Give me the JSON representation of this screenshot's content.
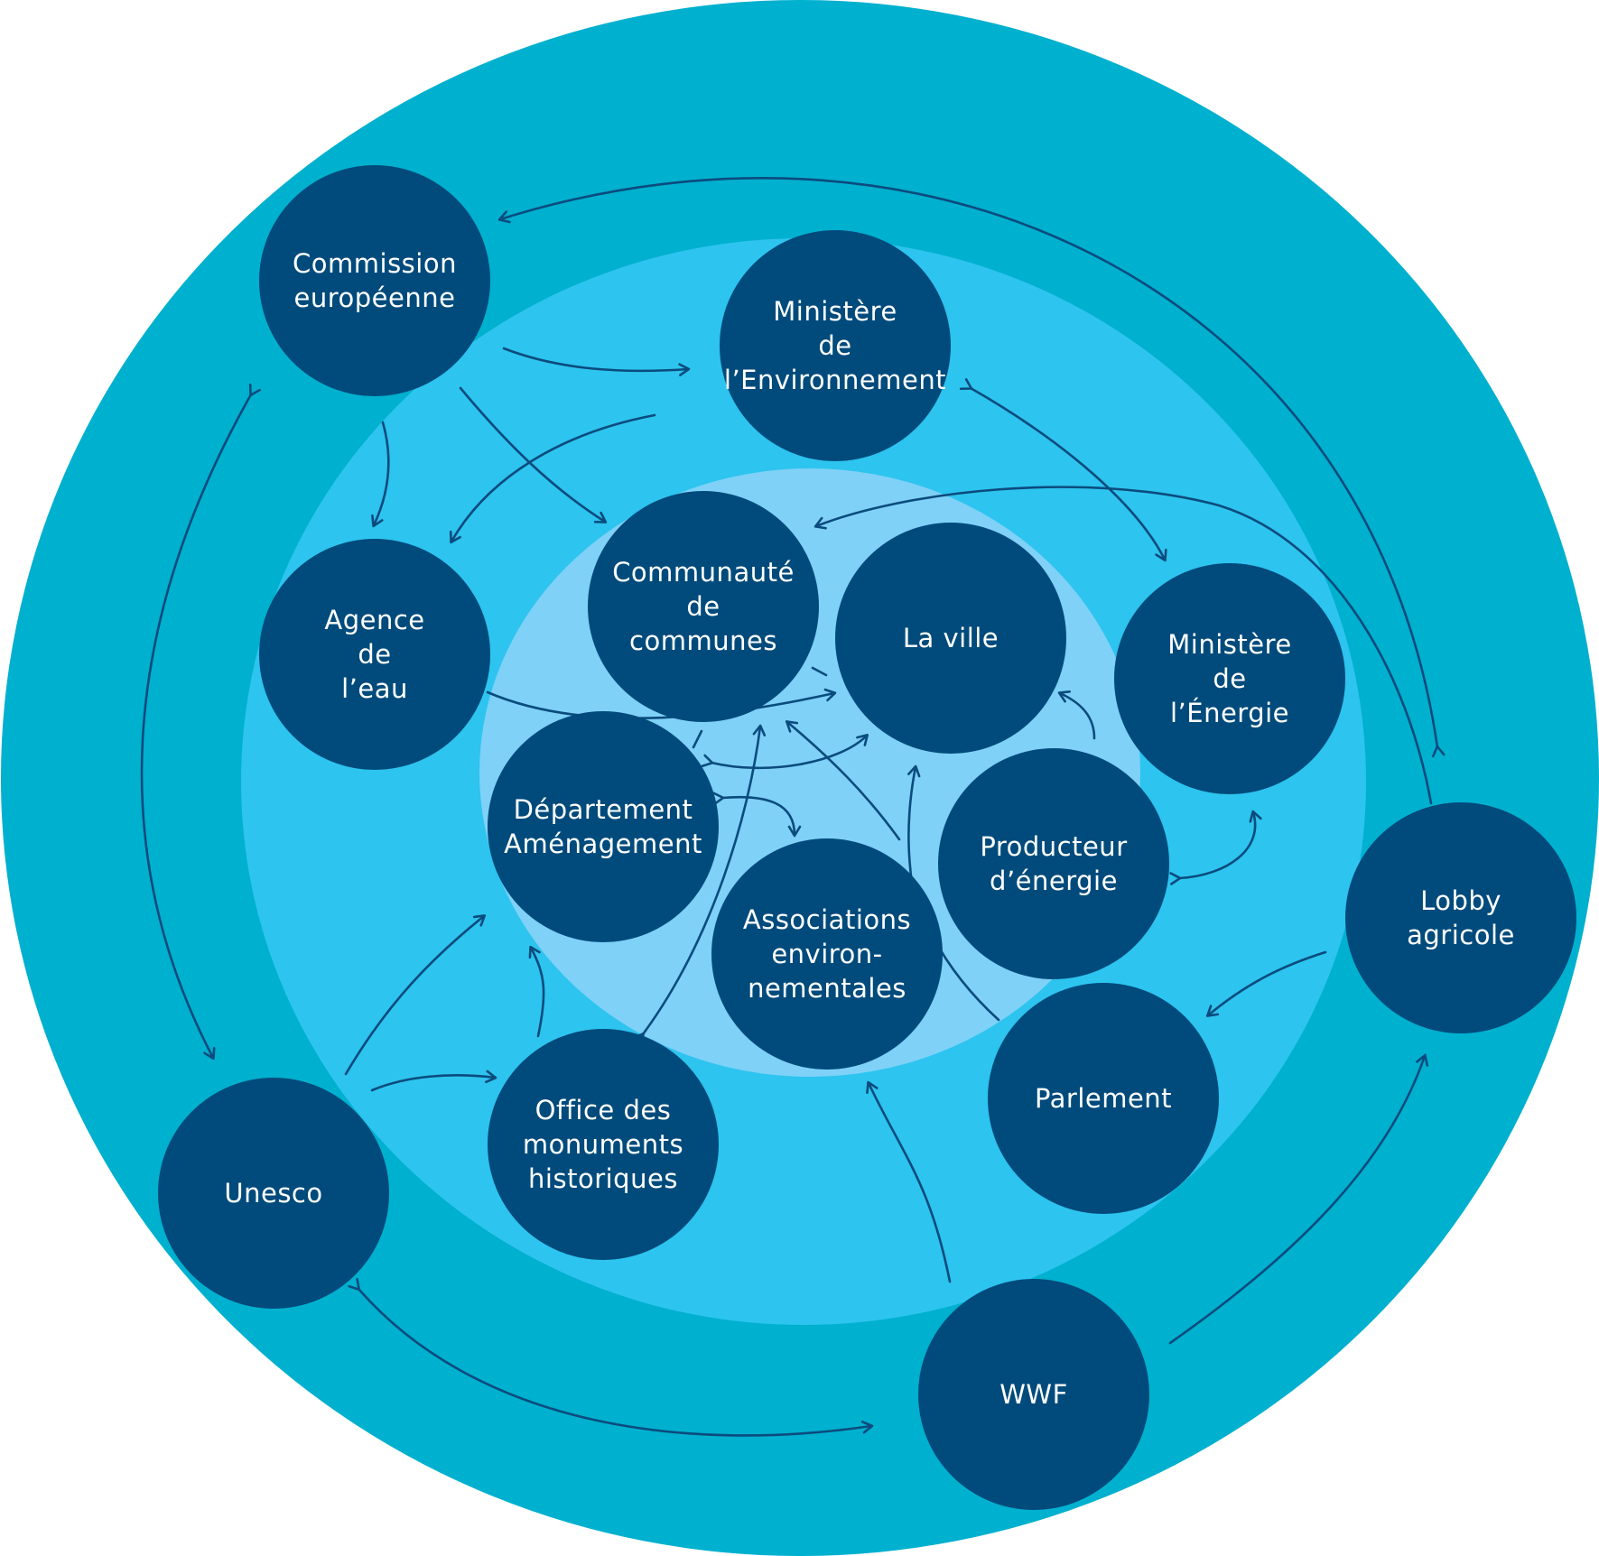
{
  "colors": {
    "outer_ring": "#00b0cf",
    "middle_ring": "#2dc4ef",
    "inner_zone": "#7fd1f7",
    "node_fill": "#004b7c",
    "arrow": "#0b4b7d",
    "label": "#ffffff"
  },
  "nodes": {
    "commission": {
      "lines": [
        "Commission",
        "européenne"
      ]
    },
    "ministere_env": {
      "lines": [
        "Ministère",
        "de",
        "l’Environnement"
      ]
    },
    "agence_eau": {
      "lines": [
        "Agence",
        "de",
        "l’eau"
      ]
    },
    "communaute": {
      "lines": [
        "Communauté",
        "de",
        "communes"
      ]
    },
    "ville": {
      "lines": [
        "La ville"
      ]
    },
    "ministere_energie": {
      "lines": [
        "Ministère",
        "de",
        "l’Énergie"
      ]
    },
    "departement": {
      "lines": [
        "Département",
        "Aménagement"
      ]
    },
    "associations": {
      "lines": [
        "Associations",
        "environ-",
        "nementales"
      ]
    },
    "producteur": {
      "lines": [
        "Producteur",
        "d’énergie"
      ]
    },
    "lobby": {
      "lines": [
        "Lobby",
        "agricole"
      ]
    },
    "unesco": {
      "lines": [
        "Unesco"
      ]
    },
    "office": {
      "lines": [
        "Office des",
        "monuments",
        "historiques"
      ]
    },
    "parlement": {
      "lines": [
        "Parlement"
      ]
    },
    "wwf": {
      "lines": [
        "WWF"
      ]
    }
  }
}
